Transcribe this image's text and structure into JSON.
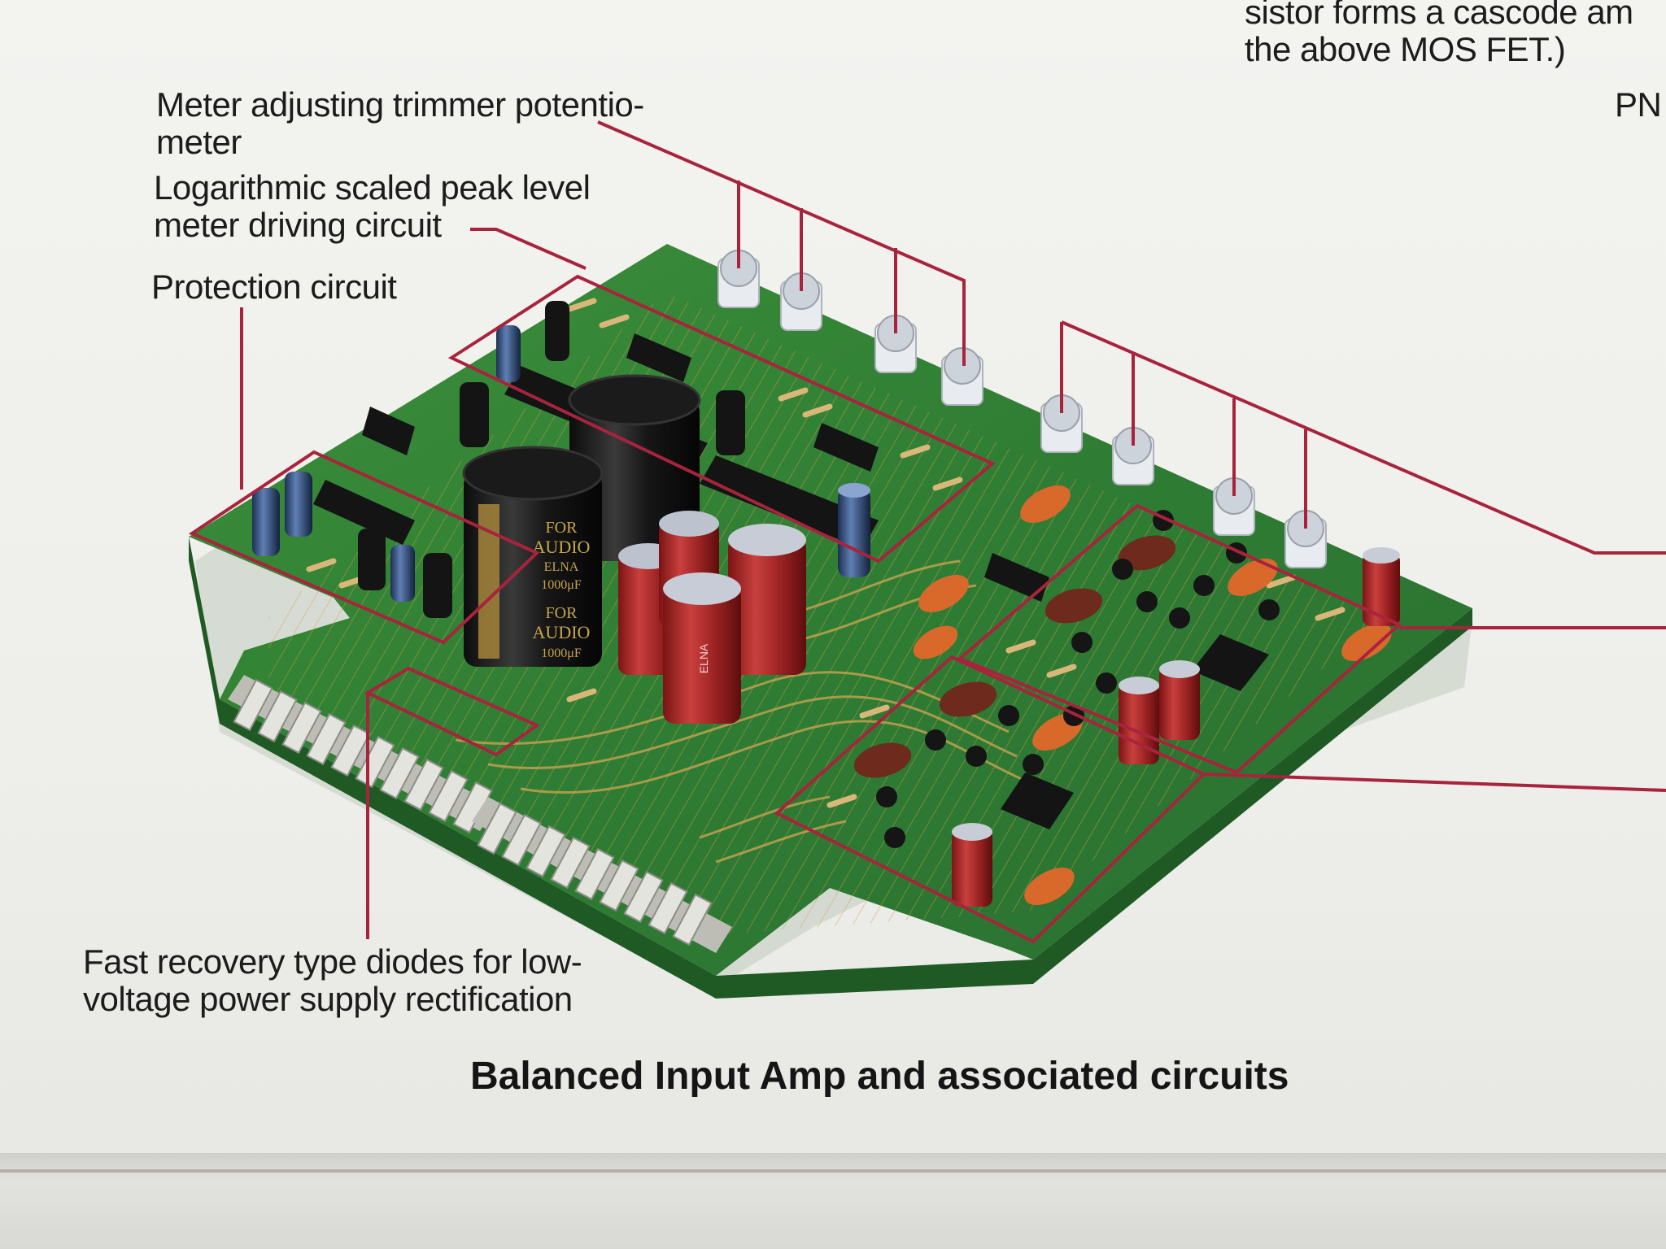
{
  "top_right_fragment": {
    "line1": "sistor forms a cascode am",
    "line2": "the above MOS FET.)",
    "line3": "PN"
  },
  "labels": {
    "meter_trimmer_line1": "Meter adjusting trimmer potentio-",
    "meter_trimmer_line2": "meter",
    "log_meter_line1": "Logarithmic scaled peak level",
    "log_meter_line2": "meter driving circuit",
    "protection": "Protection circuit",
    "diodes_line1": "Fast recovery type diodes for low-",
    "diodes_line2": "voltage power supply rectification"
  },
  "caption": "Balanced Input Amp and associated circuits",
  "capacitor_markings": {
    "big_cap_text": [
      "FOR",
      "AUDIO",
      "ELNA",
      "1000μF"
    ],
    "small_cap_text": "ELNA"
  },
  "colors": {
    "pcb_green": "#3f8a3a",
    "pcb_dark": "#26682b",
    "leader_line": "#a8243c",
    "paper": "#f1f1ed"
  }
}
